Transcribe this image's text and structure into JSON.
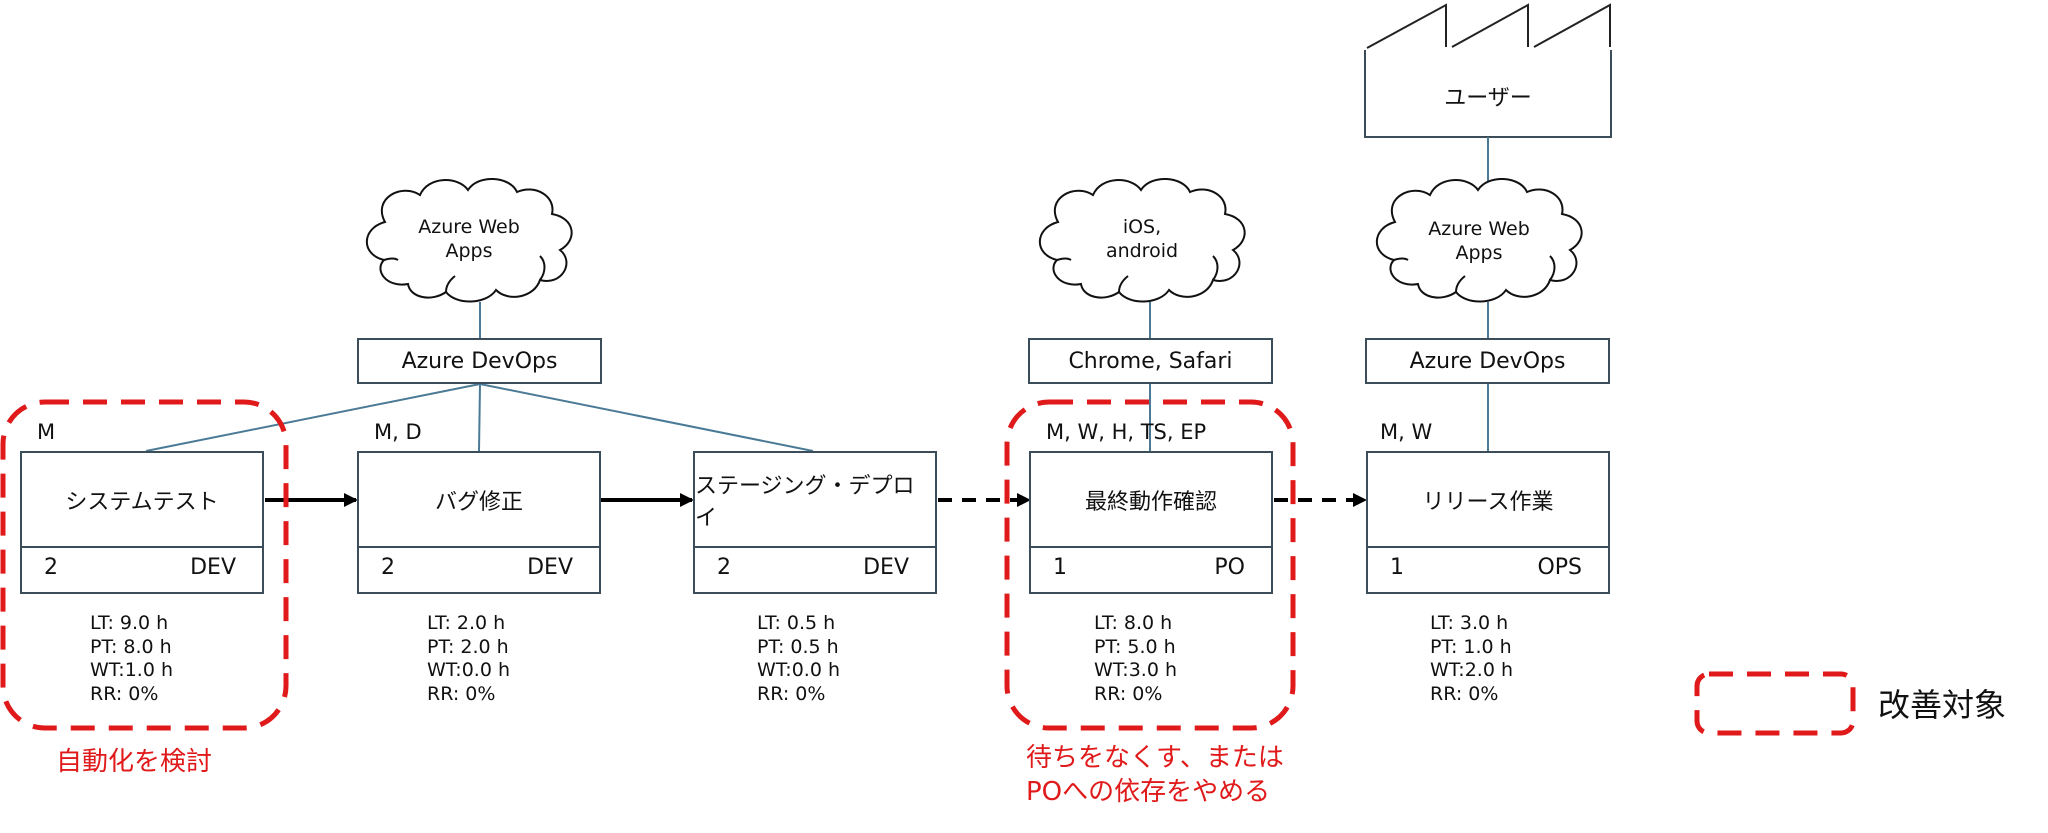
{
  "colors": {
    "box_stroke": "#3c4d5a",
    "connector": "#4a7a95",
    "flow_arrow": "#000000",
    "highlight": "#e01a1a",
    "text": "#111111"
  },
  "customer": {
    "label": "ユーザー",
    "icon": "factory-icon"
  },
  "clouds": [
    {
      "label_line1": "Azure Web",
      "label_line2": "Apps",
      "icon": "cloud-icon"
    },
    {
      "label_line1": "iOS,",
      "label_line2": "android",
      "icon": "cloud-icon"
    },
    {
      "label_line1": "Azure Web",
      "label_line2": "Apps",
      "icon": "cloud-icon"
    }
  ],
  "tools": [
    {
      "label": "Azure DevOps"
    },
    {
      "label": "Chrome, Safari"
    },
    {
      "label": "Azure DevOps"
    }
  ],
  "processes": [
    {
      "name": "システムテスト",
      "tags": "M",
      "count": "2",
      "team": "DEV",
      "lt": "LT: 9.0 h",
      "pt": "PT: 8.0 h",
      "wt": "WT:1.0 h",
      "rr": "RR: 0%"
    },
    {
      "name": "バグ修正",
      "tags": "M, D",
      "count": "2",
      "team": "DEV",
      "lt": "LT: 2.0 h",
      "pt": "PT: 2.0 h",
      "wt": "WT:0.0 h",
      "rr": "RR: 0%"
    },
    {
      "name": "ステージング・デプロイ",
      "tags": "",
      "count": "2",
      "team": "DEV",
      "lt": "LT: 0.5 h",
      "pt": "PT: 0.5 h",
      "wt": "WT:0.0 h",
      "rr": "RR: 0%"
    },
    {
      "name": "最終動作確認",
      "tags": "M, W, H, TS, EP",
      "count": "1",
      "team": "PO",
      "lt": "LT: 8.0 h",
      "pt": "PT: 5.0 h",
      "wt": "WT:3.0 h",
      "rr": "RR: 0%"
    },
    {
      "name": "リリース作業",
      "tags": "M, W",
      "count": "1",
      "team": "OPS",
      "lt": "LT: 3.0 h",
      "pt": "PT: 1.0 h",
      "wt": "WT:2.0 h",
      "rr": "RR: 0%"
    }
  ],
  "flows": [
    {
      "from": "システムテスト",
      "to": "バグ修正",
      "style": "push-solid"
    },
    {
      "from": "バグ修正",
      "to": "ステージング・デプロイ",
      "style": "push-solid"
    },
    {
      "from": "ステージング・デプロイ",
      "to": "最終動作確認",
      "style": "dashed"
    },
    {
      "from": "最終動作確認",
      "to": "リリース作業",
      "style": "dashed"
    }
  ],
  "improvement_targets": [
    {
      "target": "システムテスト",
      "note": "自動化を検討"
    },
    {
      "target": "最終動作確認",
      "note_line1": "待ちをなくす、または",
      "note_line2": "POへの依存をやめる"
    }
  ],
  "legend": {
    "label": "改善対象"
  }
}
